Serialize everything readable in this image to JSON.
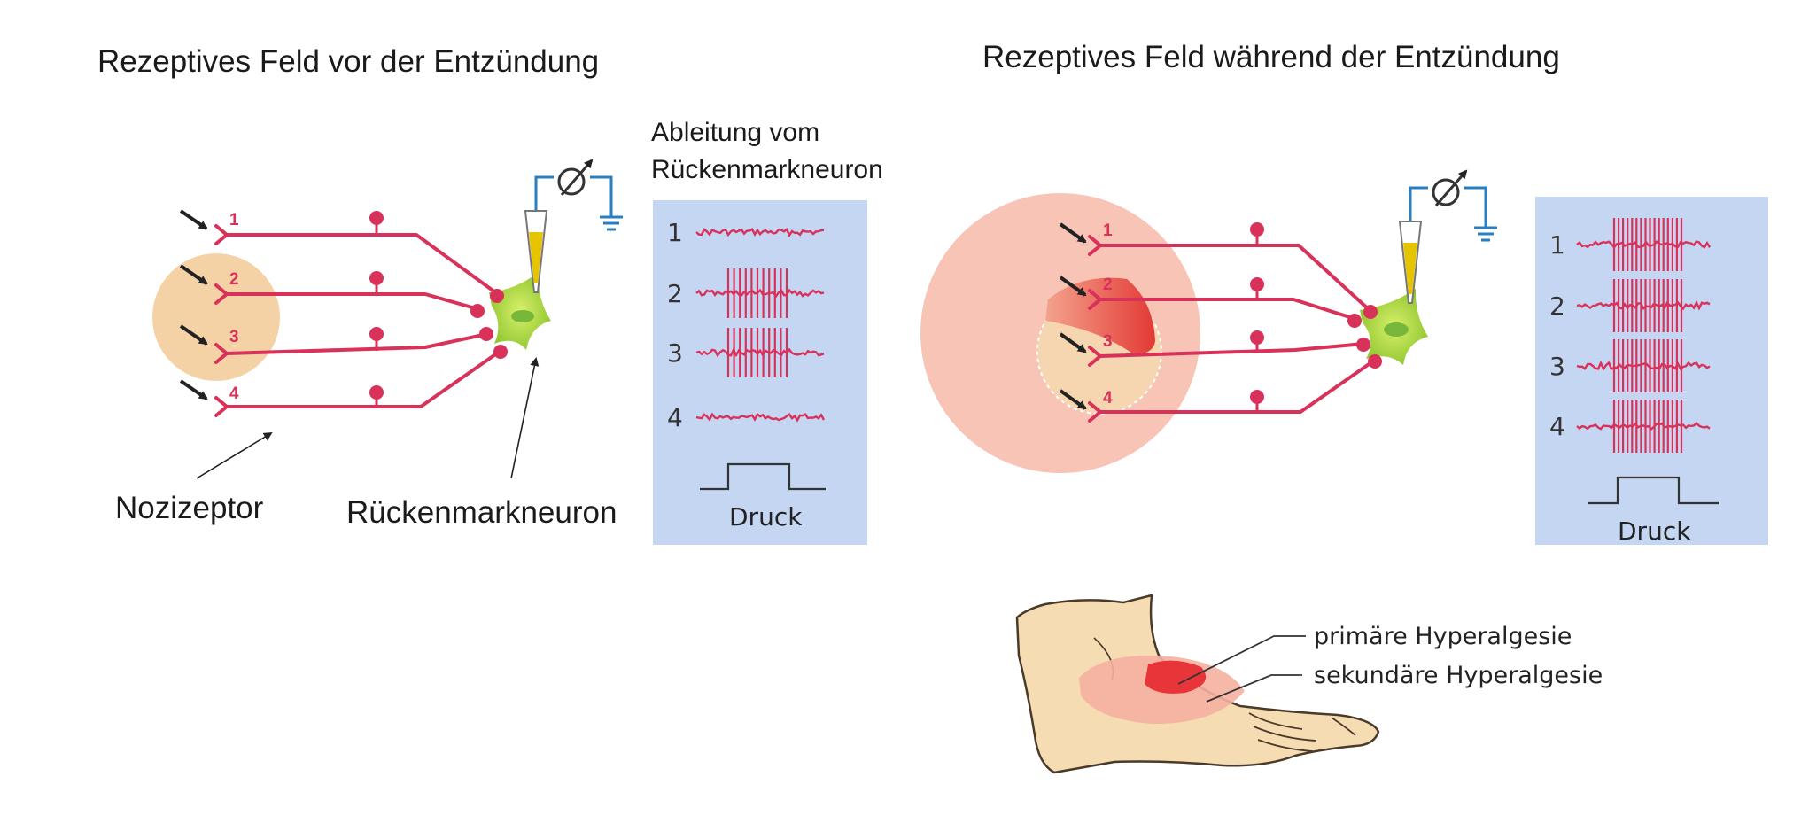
{
  "left_panel": {
    "title": "Rezeptives Feld vor der Entzündung",
    "recording_label_line1": "Ableitung  vom",
    "recording_label_line2": "Rückenmarkneuron",
    "label_nociceptor": "Nozizeptor",
    "label_spinal_neuron": "Rückenmarkneuron",
    "fiber_numbers": [
      "1",
      "2",
      "3",
      "4"
    ],
    "channels": [
      "1",
      "2",
      "3",
      "4"
    ],
    "stimulus_label": "Druck",
    "active_channels": [
      "2",
      "3"
    ]
  },
  "right_panel": {
    "title": "Rezeptives Feld während der Entzündung",
    "fiber_numbers": [
      "1",
      "2",
      "3",
      "4"
    ],
    "channels": [
      "1",
      "2",
      "3",
      "4"
    ],
    "stimulus_label": "Druck",
    "active_channels": [
      "1",
      "2",
      "3",
      "4"
    ]
  },
  "foot": {
    "primary_label": "primäre Hyperalgesie",
    "secondary_label": "sekundäre Hyperalgesie"
  },
  "colors": {
    "fiber": "#d9325a",
    "receptive_field_normal": "#f5d2a6",
    "inflammation_secondary": "#f7c4b6",
    "inflammation_primary": "#e8353a",
    "neuron": "#9bd03c",
    "recording_panel": "#c5d6f2",
    "electrode_wire": "#2a7fc1",
    "skin": "#f6dcb2"
  }
}
